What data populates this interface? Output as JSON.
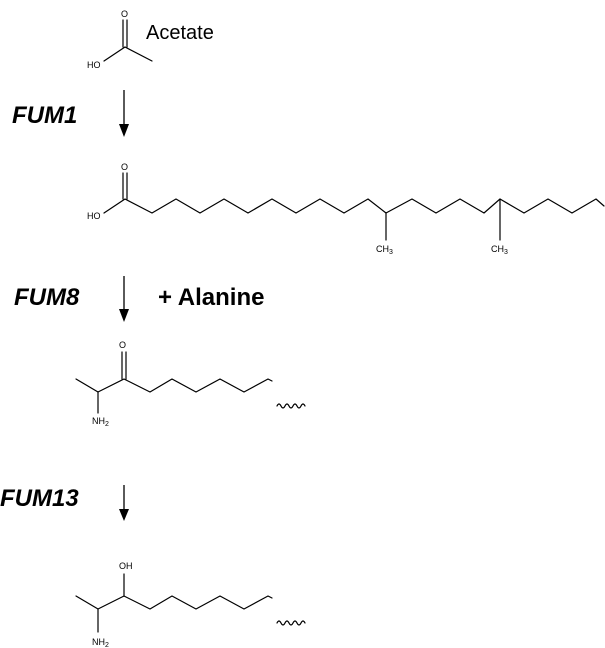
{
  "steps": {
    "step1": {
      "enzyme": "FUM1",
      "substrate_label": "Acetate"
    },
    "step2": {
      "enzyme": "FUM8",
      "cosubstrate": "+ Alanine"
    },
    "step3": {
      "enzyme": "FUM13"
    }
  },
  "atoms": {
    "acetate_O": "O",
    "acetate_HO": "HO",
    "fa_O": "O",
    "fa_HO": "HO",
    "fa_ch3_a": "CH",
    "fa_ch3_a_sub": "3",
    "fa_ch3_b": "CH",
    "fa_ch3_b_sub": "3",
    "keto_O": "O",
    "keto_NH": "NH",
    "keto_NH_sub": "2",
    "hydroxy_OH": "OH",
    "hydroxy_NH": "NH",
    "hydroxy_NH_sub": "2"
  }
}
